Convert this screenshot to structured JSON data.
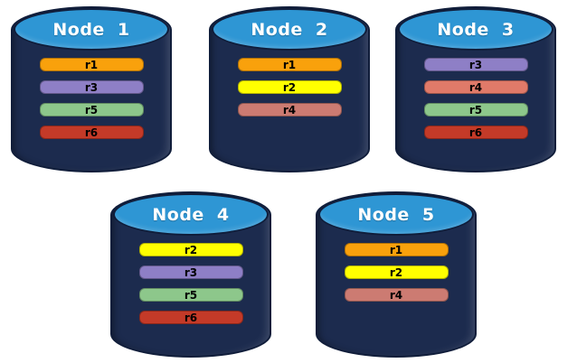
{
  "diagram_type": "database-cluster-replica-placement",
  "cylinder": {
    "body_color": "#1C2B4E",
    "edge_color": "#101D3A",
    "cap_color": "#2E96D4",
    "label_color": "#FFFFFF",
    "replica_text_color": "#000000"
  },
  "nodes": [
    {
      "label": "Node 1",
      "replicas": [
        {
          "label": "r1",
          "color": "#F9A10C"
        },
        {
          "label": "r3",
          "color": "#8E7FC6"
        },
        {
          "label": "r5",
          "color": "#8DC78B"
        },
        {
          "label": "r6",
          "color": "#C43A28"
        }
      ]
    },
    {
      "label": "Node 2",
      "replicas": [
        {
          "label": "r1",
          "color": "#F9A10C"
        },
        {
          "label": "r2",
          "color": "#FFFF00"
        },
        {
          "label": "r4",
          "color": "#CC7B72"
        }
      ]
    },
    {
      "label": "Node 3",
      "replicas": [
        {
          "label": "r3",
          "color": "#8E7FC6"
        },
        {
          "label": "r4",
          "color": "#E07A69"
        },
        {
          "label": "r5",
          "color": "#8DC78B"
        },
        {
          "label": "r6",
          "color": "#C43A28"
        }
      ]
    },
    {
      "label": "Node 4",
      "replicas": [
        {
          "label": "r2",
          "color": "#FFFF00"
        },
        {
          "label": "r3",
          "color": "#8E7FC6"
        },
        {
          "label": "r5",
          "color": "#8DC78B"
        },
        {
          "label": "r6",
          "color": "#C43A28"
        }
      ]
    },
    {
      "label": "Node 5",
      "replicas": [
        {
          "label": "r1",
          "color": "#F9A10C"
        },
        {
          "label": "r2",
          "color": "#FFFF00"
        },
        {
          "label": "r4",
          "color": "#CC7B72"
        }
      ]
    }
  ]
}
